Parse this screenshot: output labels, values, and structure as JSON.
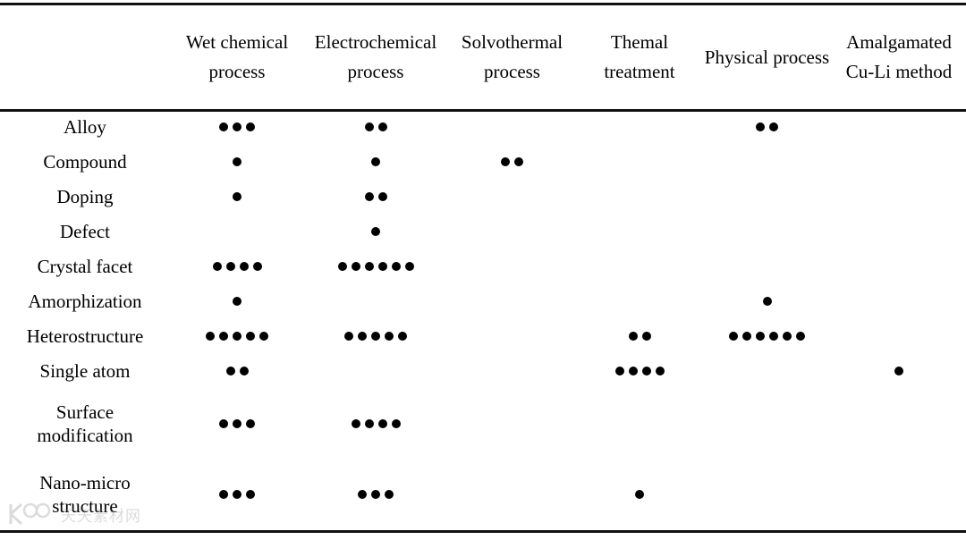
{
  "table": {
    "corner_label": "",
    "columns": [
      {
        "id": "wet-chemical-process",
        "label": "Wet\nchemical\nprocess"
      },
      {
        "id": "electrochemical-process",
        "label": "Electrochemical\nprocess"
      },
      {
        "id": "solvothermal-process",
        "label": "Solvothermal\nprocess"
      },
      {
        "id": "themal-treatment",
        "label": "Themal\ntreatment"
      },
      {
        "id": "physical-process",
        "label": "Physical\nprocess"
      },
      {
        "id": "amalgamated-cu-li-method",
        "label": "Amalgamated\nCu-Li method"
      }
    ],
    "rows": [
      {
        "id": "alloy",
        "label": "Alloy",
        "counts": [
          3,
          2,
          0,
          0,
          2,
          0
        ]
      },
      {
        "id": "compound",
        "label": "Compound",
        "counts": [
          1,
          1,
          2,
          0,
          0,
          0
        ]
      },
      {
        "id": "doping",
        "label": "Doping",
        "counts": [
          1,
          2,
          0,
          0,
          0,
          0
        ]
      },
      {
        "id": "defect",
        "label": "Defect",
        "counts": [
          0,
          1,
          0,
          0,
          0,
          0
        ]
      },
      {
        "id": "crystal-facet",
        "label": "Crystal facet",
        "counts": [
          4,
          6,
          0,
          0,
          0,
          0
        ]
      },
      {
        "id": "amorphization",
        "label": "Amorphization",
        "counts": [
          1,
          0,
          0,
          0,
          1,
          0
        ]
      },
      {
        "id": "heterostructure",
        "label": "Heterostructure",
        "counts": [
          5,
          5,
          0,
          2,
          6,
          0
        ]
      },
      {
        "id": "single-atom",
        "label": "Single atom",
        "counts": [
          2,
          0,
          0,
          4,
          0,
          1
        ]
      },
      {
        "id": "surface-modification",
        "label": "Surface\nmodification",
        "counts": [
          3,
          4,
          0,
          0,
          0,
          0
        ]
      },
      {
        "id": "nano-micro-structure",
        "label": "Nano-micro\nstructure",
        "counts": [
          3,
          3,
          0,
          1,
          0,
          0
        ]
      }
    ]
  },
  "watermark": {
    "text": "天天素材网"
  },
  "colors": {
    "rule": "#111111",
    "dot": "#000000",
    "text": "#000000",
    "background": "#ffffff",
    "watermark": "#8c8c8c"
  }
}
